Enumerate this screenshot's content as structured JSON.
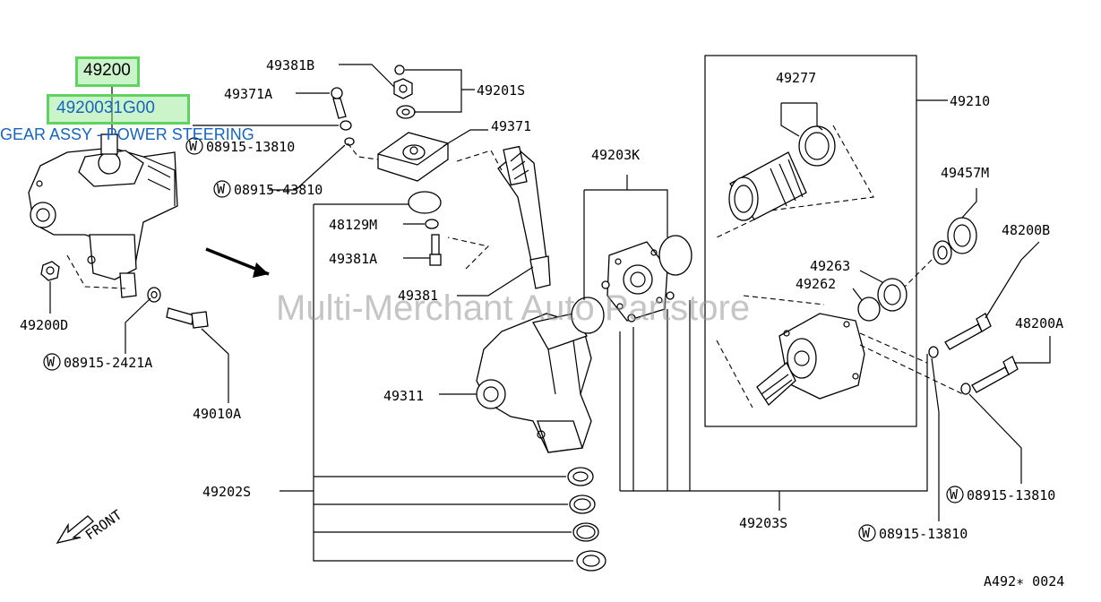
{
  "highlight": {
    "part_number": "49200",
    "catalog_number": "4920031G00",
    "description": "GEAR ASSY - POWER STEERING",
    "color": "#5fd35f",
    "text_color": "#1565c0"
  },
  "watermark": "Multi-Merchant Auto Partstore",
  "diagram_code": "A492∗ 0024",
  "front_label": "FRONT",
  "washer_symbol": "W",
  "labels": {
    "p49381B": "49381B",
    "p49371A": "49371A",
    "p49201S": "49201S",
    "w08915_13810_top": "08915-13810",
    "p49371": "49371",
    "w08915_43810": "08915-43810",
    "p49277": "49277",
    "p49210": "49210",
    "p49203K": "49203K",
    "p49457M": "49457M",
    "p48129M": "48129M",
    "p49381A": "49381A",
    "p48200B": "48200B",
    "p49263": "49263",
    "p49262": "49262",
    "p49381": "49381",
    "p48200A": "48200A",
    "p49200D": "49200D",
    "w08915_2421A": "08915-2421A",
    "p49010A": "49010A",
    "p49311": "49311",
    "p49202S": "49202S",
    "p49203S": "49203S",
    "w08915_13810_right": "08915-13810",
    "w08915_13810_bottom": "08915-13810"
  }
}
